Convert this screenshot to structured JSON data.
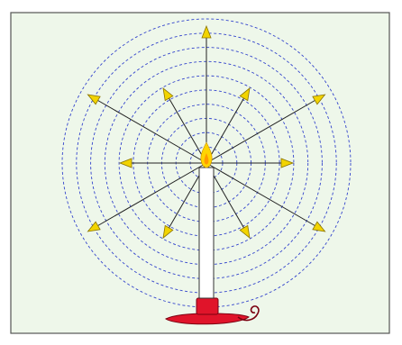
{
  "diagram": {
    "subject": "candle-flame-light-radiation",
    "panel": {
      "background": "#eef7ea",
      "border": "#555555"
    },
    "wavefronts": {
      "count": 10,
      "color": "#3344cc",
      "style": "dashed"
    },
    "rays": {
      "count": 12,
      "directions_deg": [
        270,
        300,
        330,
        0,
        30,
        60,
        90,
        120,
        150,
        180,
        210,
        240
      ],
      "lengths": [
        "long",
        "short",
        "long",
        "short",
        "long",
        "short",
        "long",
        "short",
        "long",
        "short",
        "long",
        "short"
      ],
      "line_color": "#222222",
      "arrowhead_fill": "#f2d400",
      "arrowhead_stroke": "#8a7400"
    },
    "candle": {
      "body_color": "#ffffff",
      "outline_color": "#333333",
      "holder_color": "#e0142a",
      "holder_outline": "#7a0010",
      "flame_outer": "#ffd400",
      "flame_inner": "#ff9900"
    }
  }
}
